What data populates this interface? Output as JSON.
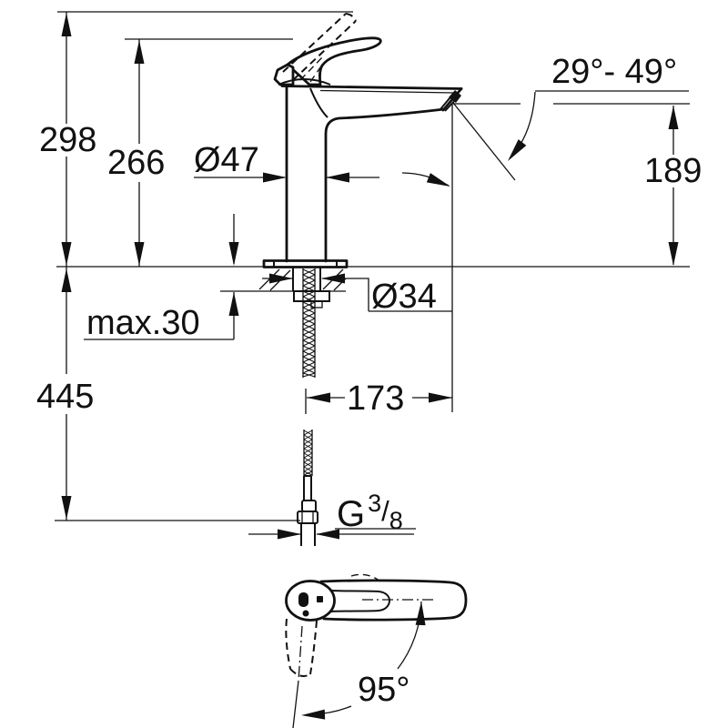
{
  "drawing": {
    "title": "faucet-dimension-drawing",
    "colors": {
      "ink": "#111111",
      "background": "#ffffff"
    },
    "side_view": {
      "total_height": "298",
      "handle_height": "266",
      "body_diameter": "Ø47",
      "hole_diameter": "Ø34",
      "deck_thickness_max": "max.30",
      "hose_length_below": "445",
      "spout_reach": "173",
      "spout_outlet_height": "189",
      "spout_angle_range": "29°- 49°",
      "thread_label": {
        "g": "G",
        "numerator": "3",
        "slash": "/",
        "denominator": "8"
      }
    },
    "top_view": {
      "handle_swing_angle": "95°"
    }
  }
}
